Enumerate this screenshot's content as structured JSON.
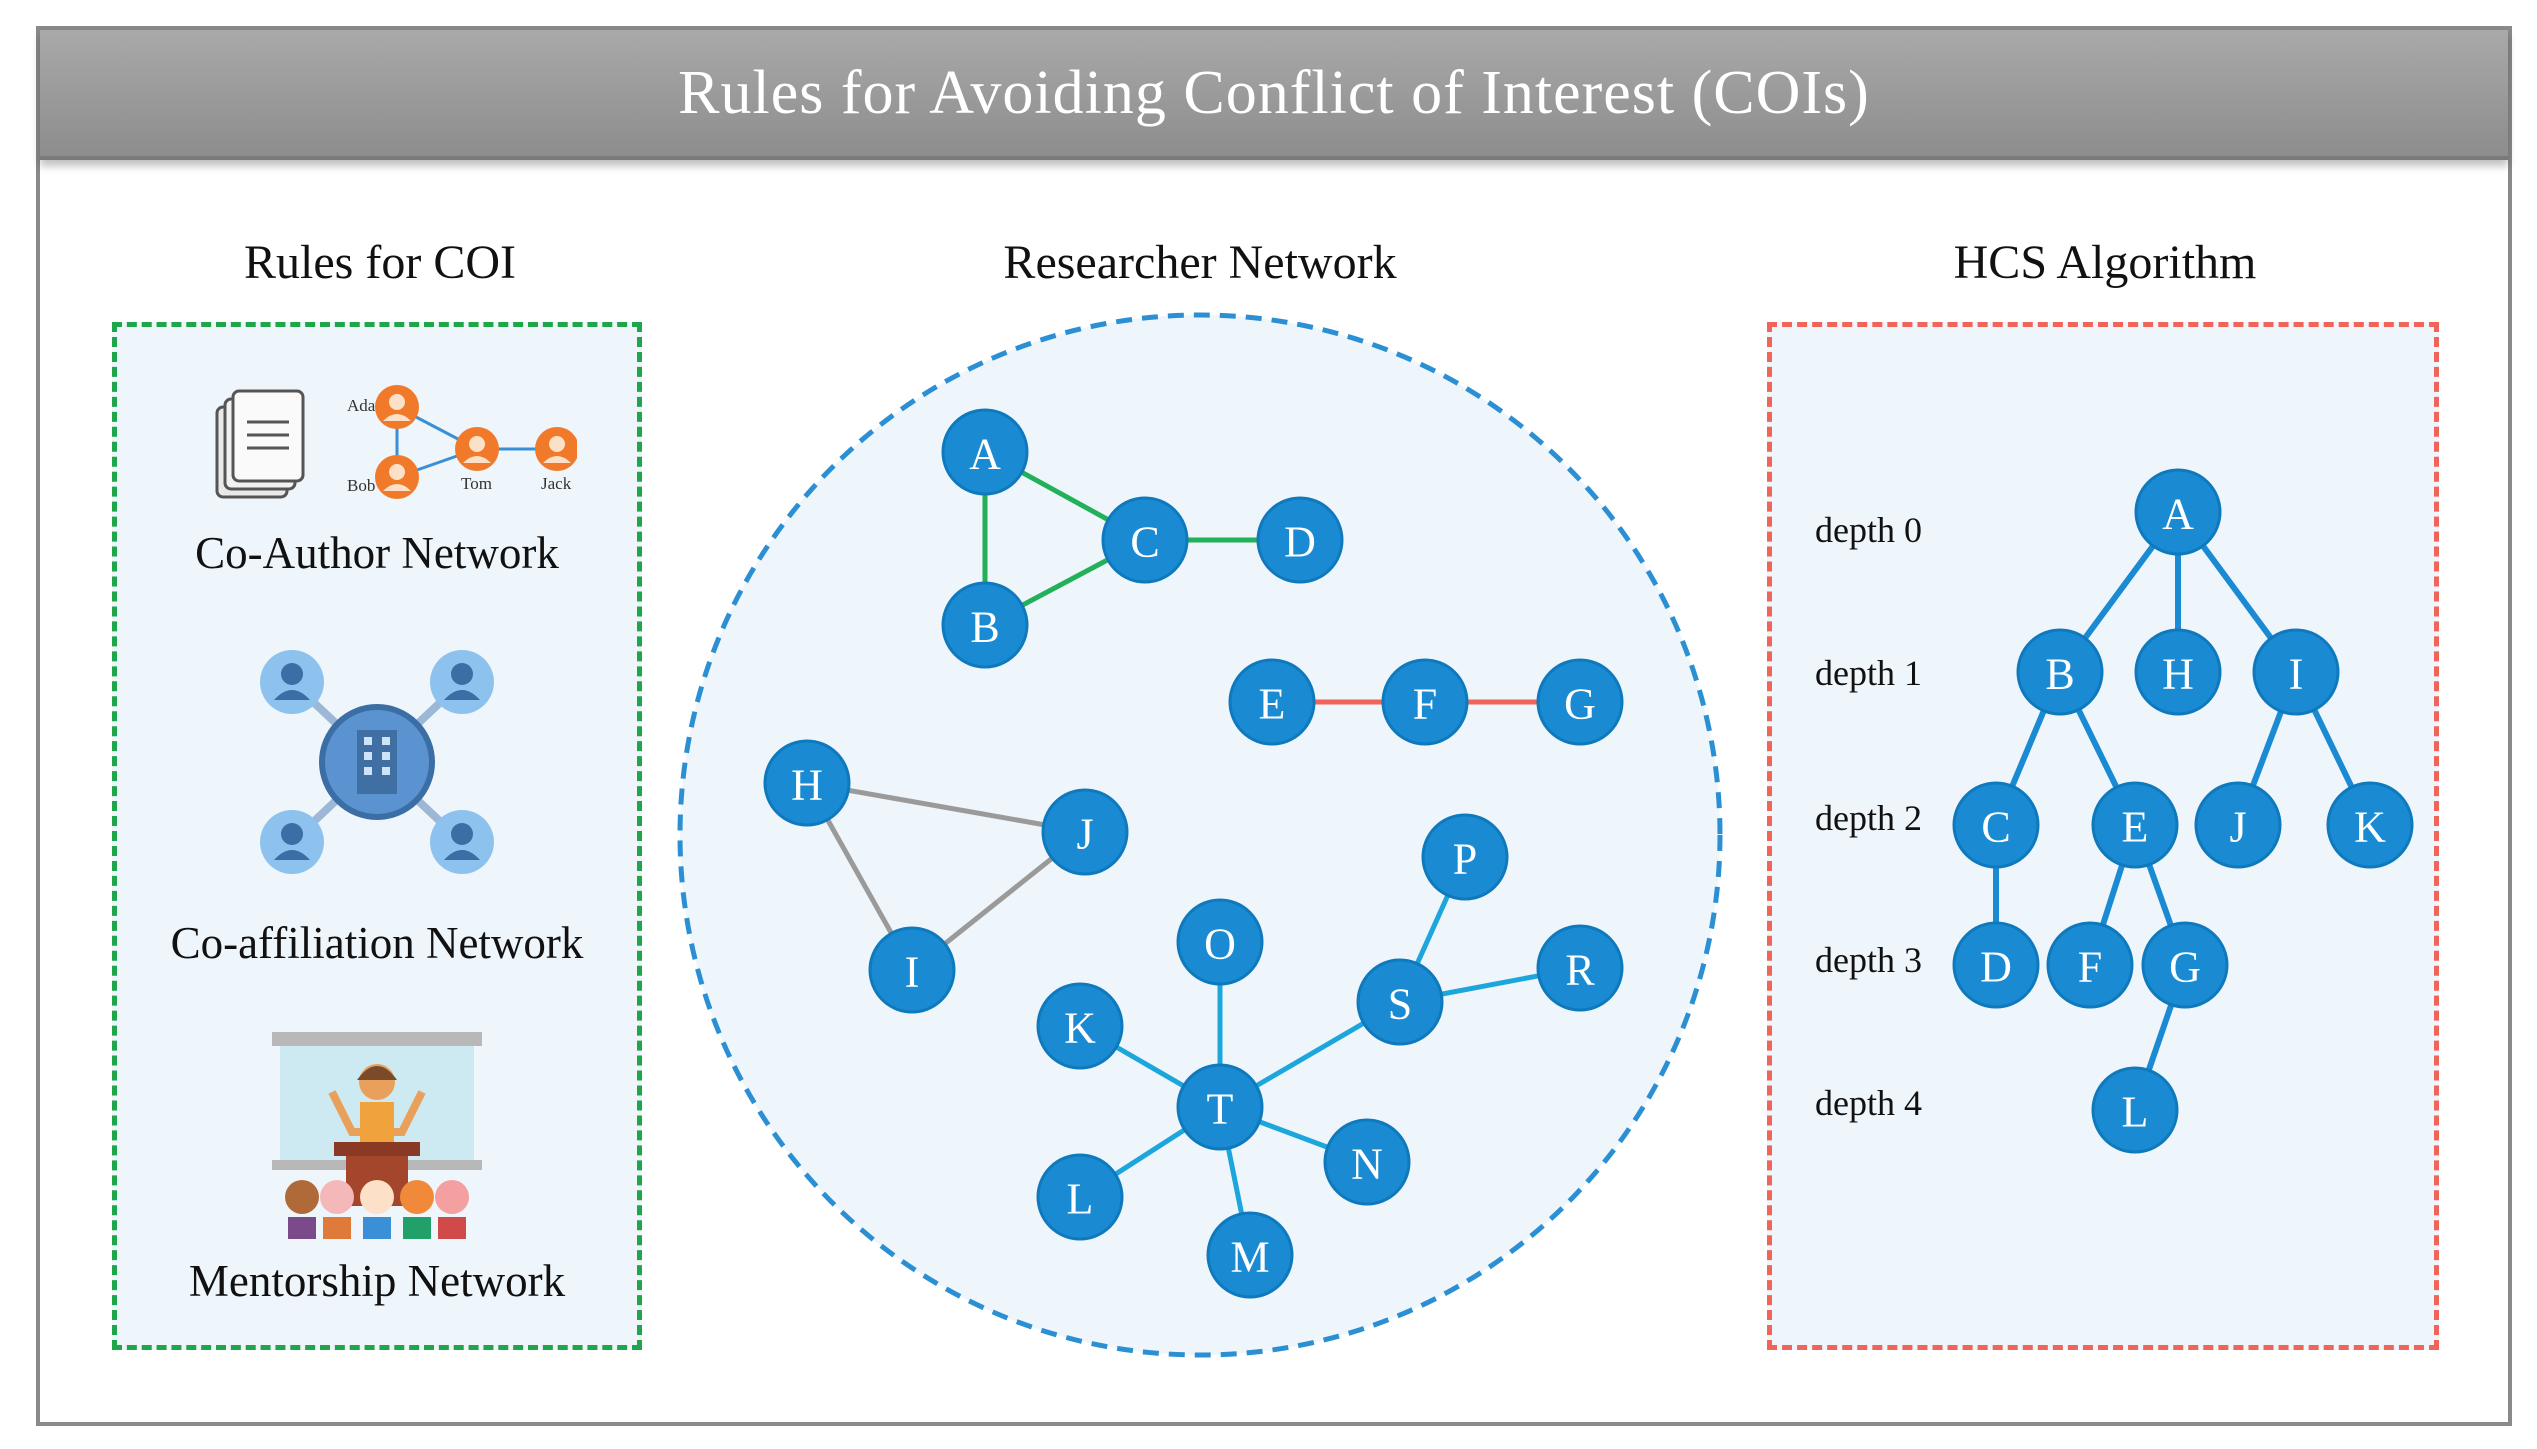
{
  "header": {
    "title": "Rules for Avoiding Conflict of Interest (COIs)"
  },
  "sections": {
    "rules_title": "Rules for COI",
    "network_title": "Researcher Network",
    "hcs_title": "HCS Algorithm"
  },
  "rules": {
    "coauthor_label": "Co-Author Network",
    "coaffiliation_label": "Co-affiliation Network",
    "mentorship_label": "Mentorship Network",
    "coauthor_names": [
      "Ada",
      "Bob",
      "Tom",
      "Jack"
    ]
  },
  "researcher_network": {
    "nodes": [
      "A",
      "B",
      "C",
      "D",
      "E",
      "F",
      "G",
      "H",
      "I",
      "J",
      "K",
      "L",
      "M",
      "N",
      "O",
      "P",
      "R",
      "S",
      "T"
    ],
    "edges": {
      "green": [
        [
          "A",
          "B"
        ],
        [
          "A",
          "C"
        ],
        [
          "B",
          "C"
        ],
        [
          "C",
          "D"
        ]
      ],
      "red": [
        [
          "E",
          "F"
        ],
        [
          "F",
          "G"
        ]
      ],
      "gray": [
        [
          "H",
          "J"
        ],
        [
          "H",
          "I"
        ],
        [
          "I",
          "J"
        ]
      ],
      "cyan": [
        [
          "T",
          "O"
        ],
        [
          "T",
          "K"
        ],
        [
          "T",
          "L"
        ],
        [
          "T",
          "M"
        ],
        [
          "T",
          "N"
        ],
        [
          "T",
          "S"
        ],
        [
          "S",
          "P"
        ],
        [
          "S",
          "R"
        ]
      ]
    }
  },
  "hcs_tree": {
    "depth_labels": [
      "depth 0",
      "depth 1",
      "depth 2",
      "depth 3",
      "depth 4"
    ],
    "nodes": [
      "A",
      "B",
      "H",
      "I",
      "C",
      "E",
      "J",
      "K",
      "D",
      "F",
      "G",
      "L"
    ],
    "edges": [
      [
        "A",
        "B"
      ],
      [
        "A",
        "H"
      ],
      [
        "A",
        "I"
      ],
      [
        "B",
        "C"
      ],
      [
        "B",
        "E"
      ],
      [
        "I",
        "J"
      ],
      [
        "I",
        "K"
      ],
      [
        "C",
        "D"
      ],
      [
        "E",
        "F"
      ],
      [
        "E",
        "G"
      ],
      [
        "G",
        "L"
      ]
    ]
  },
  "colors": {
    "node": "#1a8bd2",
    "node_stroke": "#0f79bd",
    "green_edge": "#22b05a",
    "red_edge": "#f06459",
    "gray_edge": "#9a9a9a",
    "cyan_edge": "#1da6dc",
    "tree_edge": "#1a8bd2",
    "left_border": "#1fa64a",
    "mid_border": "#2b8fd3",
    "right_border": "#f06459"
  }
}
